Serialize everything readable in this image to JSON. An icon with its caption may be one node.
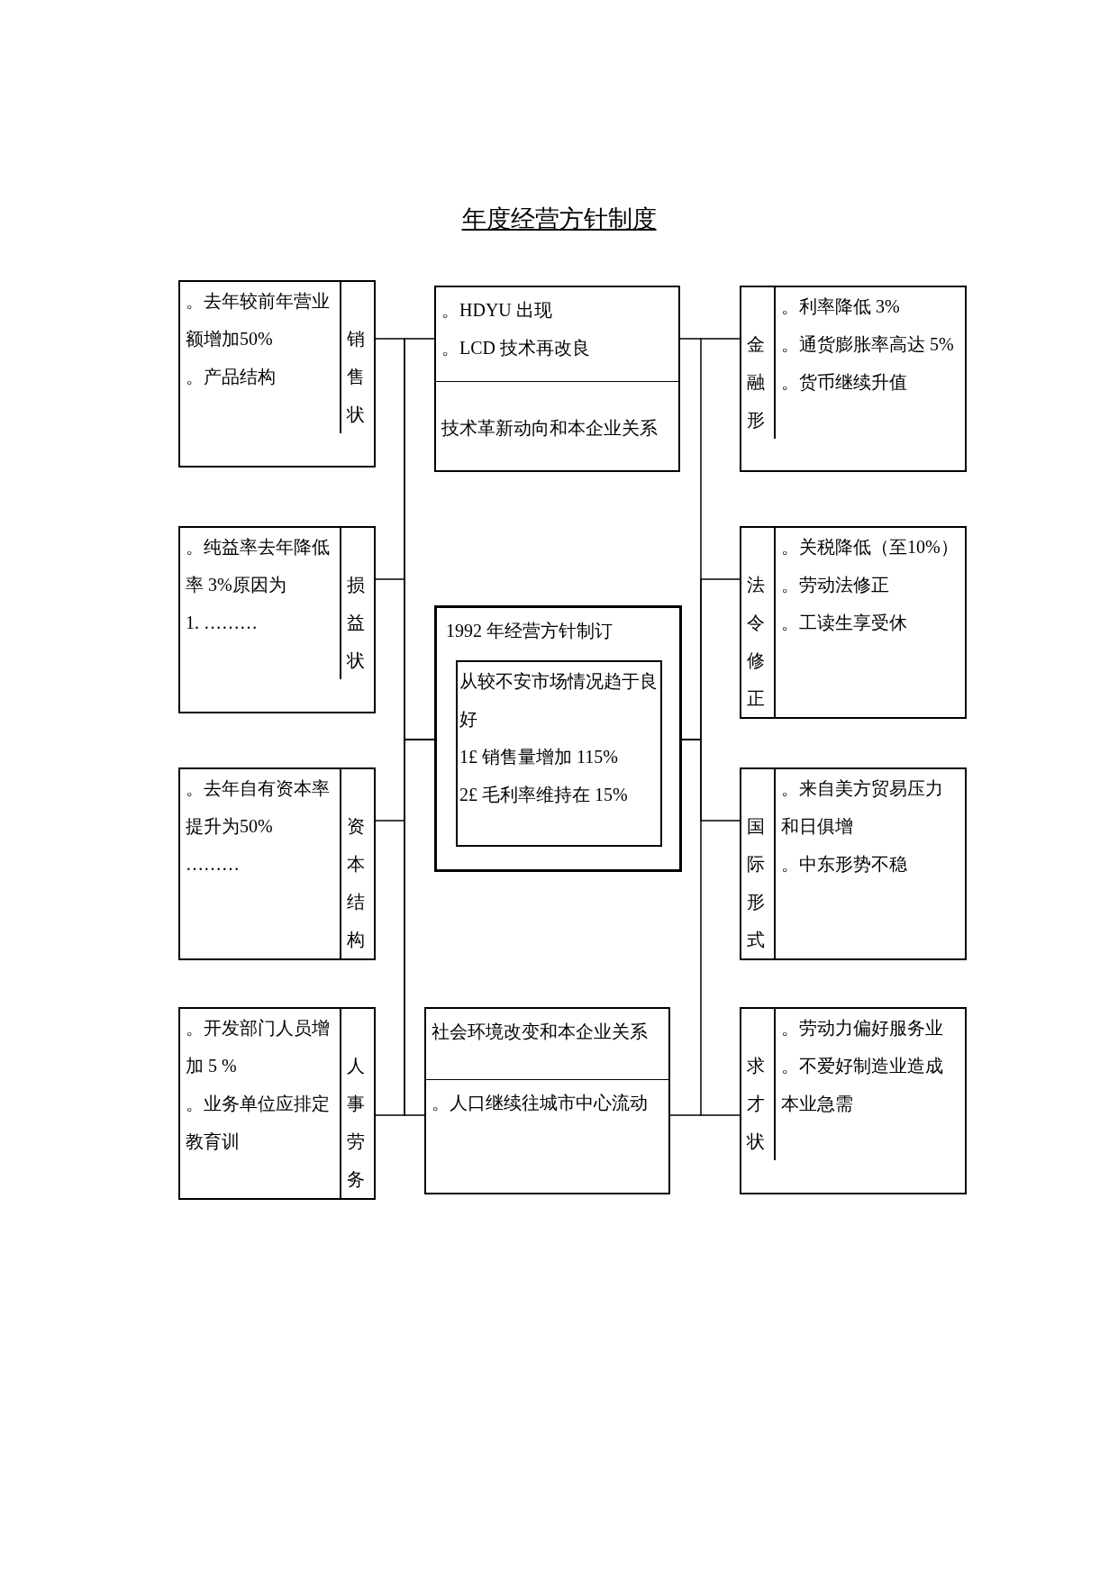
{
  "diagram": {
    "title": "年度经营方针制度",
    "nodes": [
      {
        "text": [
          "。去年较前年营业额增加50%",
          "。产品结构",
          "销售状"
        ]
      },
      {
        "text": [
          "。HDYU 出现",
          "。LCD 技术再改良",
          "技术革新动向和本企业关系"
        ]
      },
      {
        "text": [
          "金融形",
          "。利率降低 3%",
          "。通货膨胀率高达 5%",
          "。货币继续升值"
        ]
      },
      {
        "text": [
          "。纯益率去年降低率 3%原因为",
          "1. ………",
          "损益状"
        ]
      },
      {
        "text": [
          "1992 年经营方针制订"
        ]
      },
      {
        "text": [
          "从较不安市场情况趋于良好",
          "1£ 销售量增加 115%",
          "2£ 毛利率维持在 15%"
        ],
        "in": 4
      },
      {
        "text": [
          "法令修正",
          "。关税降低（至10%）",
          "。劳动法修正",
          "。工读生享受休"
        ]
      },
      {
        "text": [
          "。去年自有资本率提升为50%",
          "………",
          "资本结构"
        ]
      },
      {
        "text": [
          "国际形式",
          "。来自美方贸易压力和日俱增",
          "。中东形势不稳"
        ]
      },
      {
        "text": [
          "。开发部门人员增加 5 %",
          "。业务单位应排定教育训",
          "人事劳务"
        ]
      },
      {
        "text": [
          "社会环境改变和本企业关系",
          "。人口继续往城市中心流动"
        ]
      },
      {
        "text": [
          "求才状",
          "。劳动力偏好服务业",
          "。不爱好制造业造成本业急需"
        ]
      }
    ],
    "edges": [
      {
        "from": 4,
        "to": 0,
        "arrow": "none"
      },
      {
        "from": 4,
        "to": 1,
        "arrow": "none"
      },
      {
        "from": 4,
        "to": 2,
        "arrow": "none"
      },
      {
        "from": 4,
        "to": 3,
        "arrow": "none"
      },
      {
        "from": 4,
        "to": 6,
        "arrow": "none"
      },
      {
        "from": 4,
        "to": 7,
        "arrow": "none"
      },
      {
        "from": 4,
        "to": 8,
        "arrow": "none"
      },
      {
        "from": 4,
        "to": 9,
        "arrow": "none"
      },
      {
        "from": 4,
        "to": 10,
        "arrow": "none"
      },
      {
        "from": 4,
        "to": 11,
        "arrow": "none"
      }
    ]
  }
}
